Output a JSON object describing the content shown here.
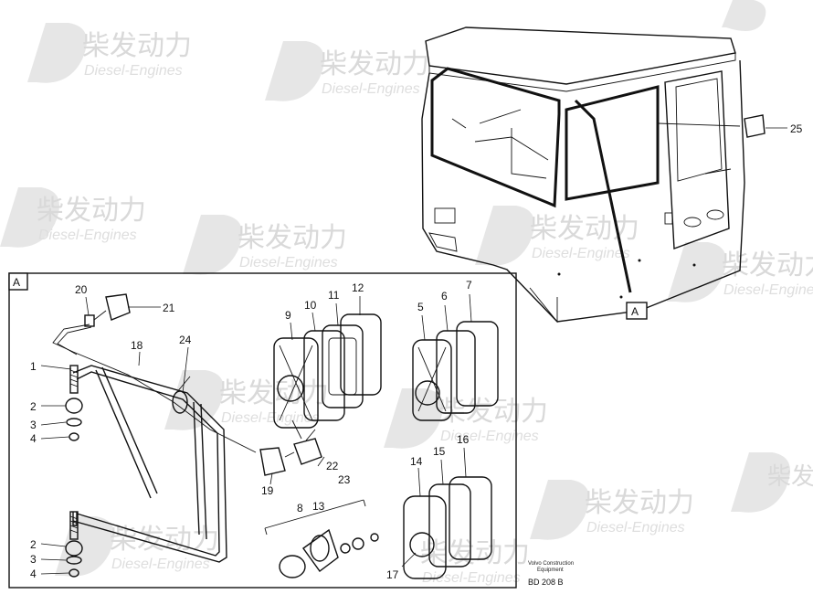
{
  "watermark": {
    "brand_cn": "柴发动力",
    "brand_en": "Diesel-Engines"
  },
  "detail_marker": "A",
  "callouts": [
    "1",
    "2",
    "3",
    "4",
    "5",
    "6",
    "7",
    "8",
    "9",
    "10",
    "11",
    "12",
    "13",
    "14",
    "15",
    "16",
    "17",
    "18",
    "19",
    "20",
    "21",
    "22",
    "23",
    "24",
    "25"
  ],
  "footer": {
    "company_line1": "Volvo Construction",
    "company_line2": "Equipment",
    "drawing_code": "BD 208 B"
  }
}
